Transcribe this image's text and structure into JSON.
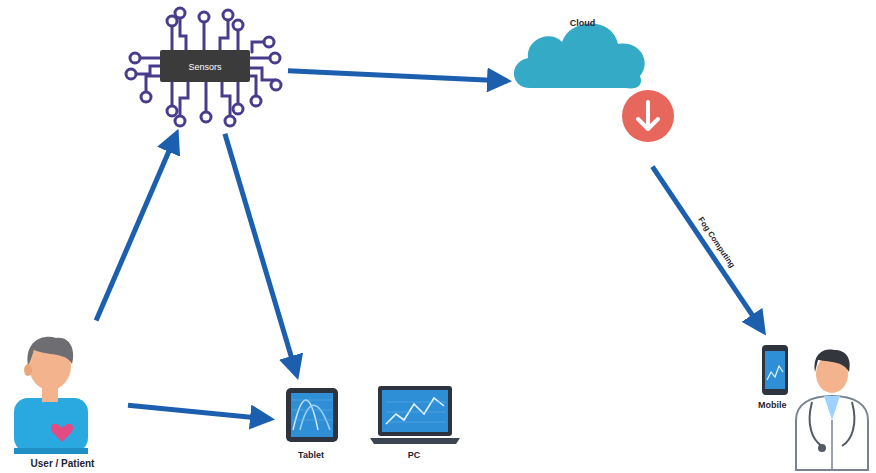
{
  "diagram": {
    "nodes": [
      {
        "text": [
          "Sensors"
        ]
      },
      {
        "text": [
          "Cloud"
        ]
      },
      {
        "text": [
          "User / Patient"
        ]
      },
      {
        "text": [
          "Tablet"
        ]
      },
      {
        "text": [
          "PC"
        ]
      },
      {
        "text": [
          "Mobile"
        ]
      }
    ],
    "edges": [
      {
        "from": 2,
        "to": 0,
        "arrow": "to"
      },
      {
        "from": 0,
        "to": 1,
        "arrow": "to"
      },
      {
        "from": 0,
        "to": 3,
        "arrow": "to"
      },
      {
        "from": 2,
        "to": 3,
        "arrow": "to"
      },
      {
        "from": 1,
        "to": 5,
        "label": "Fog Computing",
        "arrow": "to"
      }
    ]
  }
}
